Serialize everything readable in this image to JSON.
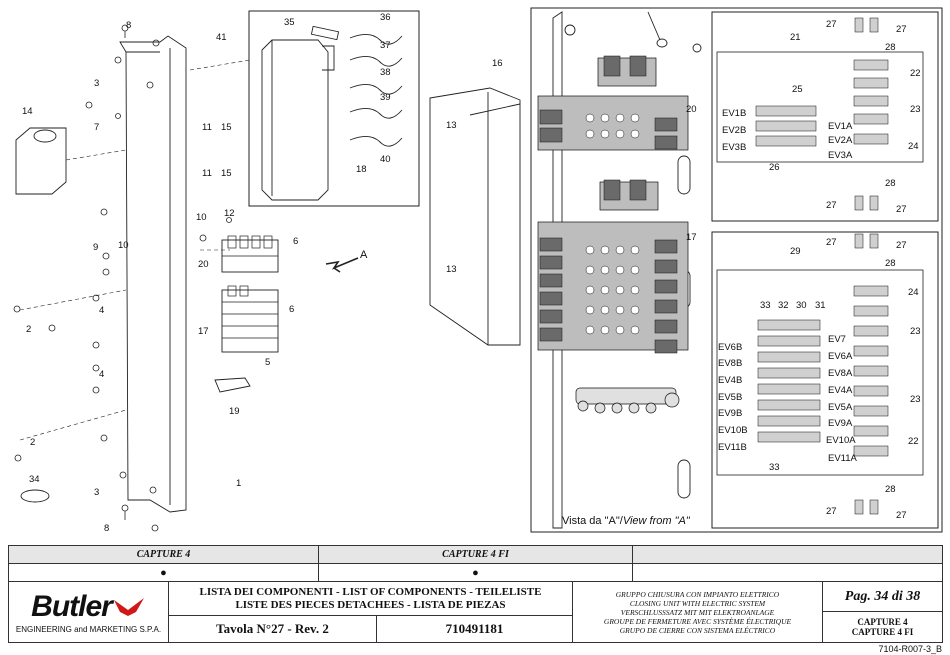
{
  "drawing": {
    "left_callouts": [
      "8",
      "3",
      "7",
      "14",
      "11",
      "15",
      "11",
      "15",
      "10",
      "12",
      "6",
      "20",
      "9",
      "10",
      "4",
      "2",
      "6",
      "17",
      "4",
      "5",
      "19",
      "2",
      "34",
      "3",
      "8",
      "1",
      "41",
      "35",
      "36",
      "37",
      "38",
      "39",
      "40",
      "18",
      "16",
      "13",
      "13"
    ],
    "view_arrow_label": "A",
    "right_callouts": [
      "20",
      "17",
      "21",
      "22",
      "23",
      "24",
      "25",
      "26",
      "27",
      "28",
      "29",
      "30",
      "31",
      "32",
      "33"
    ],
    "valve_labels_top_left": [
      "EV1B",
      "EV2B",
      "EV3B"
    ],
    "valve_labels_top_right": [
      "EV1A",
      "EV2A",
      "EV3A"
    ],
    "valve_labels_bottom_left": [
      "EV6B",
      "EV8B",
      "EV4B",
      "EV5B",
      "EV9B",
      "EV10B",
      "EV11B"
    ],
    "valve_labels_bottom_right": [
      "EV7",
      "EV6A",
      "EV8A",
      "EV4A",
      "EV5A",
      "EV9A",
      "EV10A",
      "EV11A"
    ],
    "view_caption": "Vista da \"A\"/",
    "view_caption_italic": "View from \"A\""
  },
  "table": {
    "col1_header": "CAPTURE 4",
    "col2_header": "CAPTURE 4 FI",
    "bullet": "●",
    "brand_name": "Butler",
    "brand_tagline": "ENGINEERING and MARKETING S.P.A.",
    "list_title_line1": "LISTA DEI COMPONENTI - LIST OF COMPONENTS - TEILELISTE",
    "list_title_line2": "LISTE DES PIECES DETACHEES - LISTA DE PIEZAS",
    "tavola": "Tavola N°27 - Rev. 2",
    "code": "710491181",
    "group_desc": [
      "GRUPPO CHIUSURA CON IMPIANTO ELETTRICO",
      "CLOSING UNIT WITH ELECTRIC SYSTEM",
      "VERSCHLUSSSATZ MIT MIT ELEKTROANLAGE",
      "GROUPE DE FERMETURE AVEC SYSTÈME ÉLECTRIQUE",
      "GRUPO DE CIERRE CON SISTEMA ELÉCTRICO"
    ],
    "page": "Pag. 34 di 38",
    "model_line1": "CAPTURE 4",
    "model_line2": "CAPTURE 4 FI"
  },
  "footer_code": "7104-R007-3_B"
}
